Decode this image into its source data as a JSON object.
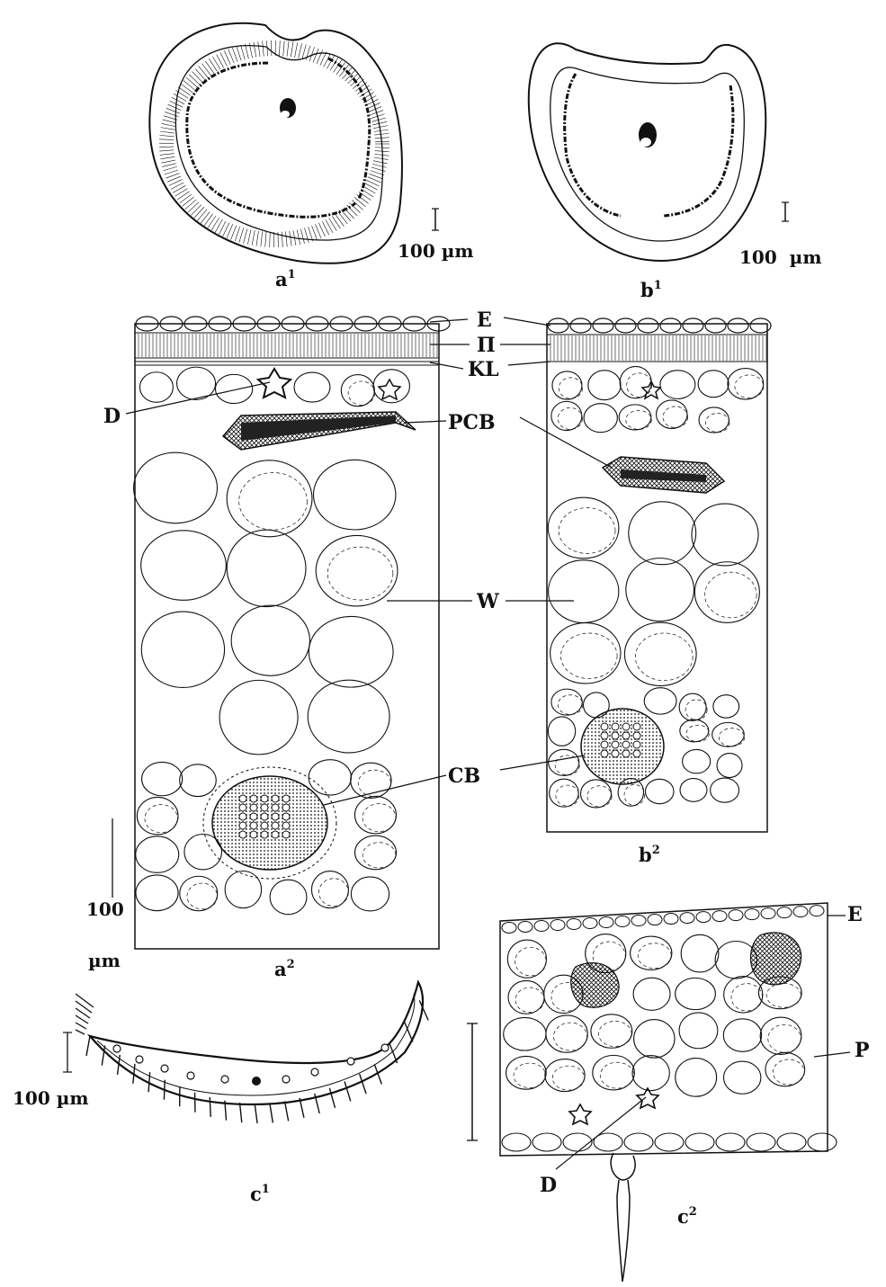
{
  "panels": {
    "a1": {
      "letter": "a",
      "index": "1",
      "scale": "100 µm"
    },
    "b1": {
      "letter": "b",
      "index": "1",
      "scale": "100  µm"
    },
    "a2": {
      "letter": "a",
      "index": "2",
      "scale_value": "100",
      "scale_unit": "µm"
    },
    "b2": {
      "letter": "b",
      "index": "2"
    },
    "c1": {
      "letter": "c",
      "index": "1",
      "scale": "100 µm"
    },
    "c2": {
      "letter": "c",
      "index": "2"
    }
  },
  "labels": {
    "E": "E",
    "P_upper": "П",
    "KL": "KL",
    "D": "D",
    "PCB": "PCB",
    "W": "W",
    "CB": "CB",
    "E_c2": "E",
    "P": "P",
    "D_c2": "D"
  },
  "colors": {
    "ink": "#111111",
    "background": "#ffffff"
  }
}
